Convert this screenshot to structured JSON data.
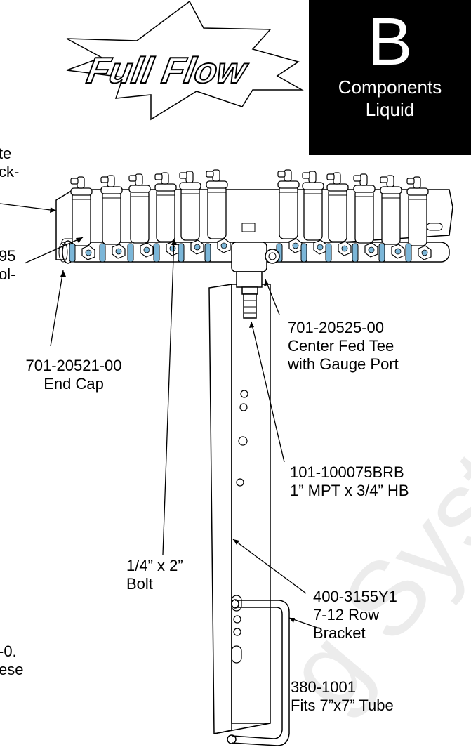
{
  "burst": {
    "text": "Full Flow"
  },
  "badge": {
    "letter": "B",
    "line1": "Components",
    "line2": "Liquid"
  },
  "watermark": {
    "text": "g Systems"
  },
  "partial_labels": {
    "a1": "te",
    "a2": "ck-",
    "b1": "95",
    "b2": "ol-",
    "c1": "-0.",
    "c2": "ese"
  },
  "labels": {
    "end_cap": {
      "part": "701-20521-00",
      "desc": "End Cap"
    },
    "tee": {
      "part": "701-20525-00",
      "desc1": "Center Fed Tee",
      "desc2": "with Gauge Port"
    },
    "hose_barb": {
      "part": "101-100075BRB",
      "desc": "1” MPT x 3/4” HB"
    },
    "bolt": {
      "line1": "1/4” x 2”",
      "line2": "Bolt"
    },
    "bracket": {
      "part": "400-3155Y1",
      "desc1": "7-12 Row",
      "desc2": "Bracket"
    },
    "ubolt": {
      "part": "380-1001",
      "desc": "Fits 7”x7” Tube"
    }
  },
  "colors": {
    "badge_bg": "#000000",
    "fitting_accent": "#7bb6d8",
    "watermark": "#e6e6e6"
  }
}
